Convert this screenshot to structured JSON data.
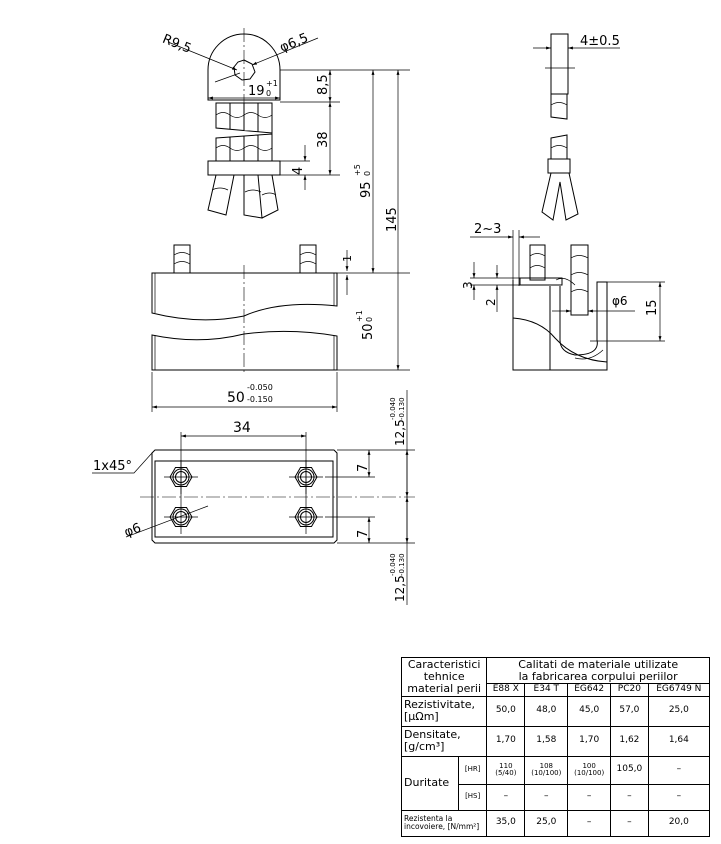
{
  "dimensions": {
    "top_view": {
      "radius": "R9,5",
      "hole_dia": "φ6,5",
      "width": "19",
      "width_tol_up": "+1",
      "width_tol_low": "0",
      "d_top": "8,5",
      "d_mid": "38",
      "band": "4",
      "len_95": "95",
      "len_95_tol_up": "+5",
      "len_95_tol_low": "0",
      "len_145": "145"
    },
    "front_view": {
      "gap": "1",
      "height": "50",
      "height_tol_up": "+1",
      "height_tol_low": "0",
      "width": "50",
      "width_tol_up": "-0.050",
      "width_tol_low": "-0.150"
    },
    "bottom_view": {
      "spacing": "34",
      "chamfer": "1x45°",
      "hole": "φ6",
      "offset_top": "7",
      "offset_bottom": "7",
      "half_width": "12,5",
      "half_tol_up": "-0.040",
      "half_tol_low": "-0.130"
    },
    "side_view": {
      "thickness": "4±0.5",
      "gap": "2~3",
      "d3": "3",
      "d2": "2",
      "hole": "φ6",
      "depth": "15"
    }
  },
  "table": {
    "header_left": [
      "Caracteristici",
      "tehnice",
      "material perii"
    ],
    "header_right": [
      "Calitati de materiale utilizate",
      "la fabricarea corpului periilor"
    ],
    "materials": [
      "E88 X",
      "E34 T",
      "EG642",
      "PC20",
      "EG6749 N"
    ],
    "rows": [
      {
        "label": [
          "Rezistivitate,",
          "[μΩm]"
        ],
        "values": [
          "50,0",
          "48,0",
          "45,0",
          "57,0",
          "25,0"
        ]
      },
      {
        "label": [
          "Densitate,",
          "[g/cm³]"
        ],
        "values": [
          "1,70",
          "1,58",
          "1,70",
          "1,62",
          "1,64"
        ]
      }
    ],
    "hardness": {
      "label": "Duritate",
      "hr_label": "[HR]",
      "hr_values": [
        [
          "110",
          "(5/40)"
        ],
        [
          "108",
          "(10/100)"
        ],
        [
          "100",
          "(10/100)"
        ],
        [
          "105,0",
          ""
        ],
        [
          "–",
          ""
        ]
      ],
      "hs_label": "[HS]",
      "hs_values": [
        "–",
        "–",
        "–",
        "–",
        "–"
      ]
    },
    "bending": {
      "label": [
        "Rezistenta la",
        "incovoiere, [N/mm²]"
      ],
      "values": [
        "35,0",
        "25,0",
        "–",
        "–",
        "20,0"
      ]
    }
  }
}
